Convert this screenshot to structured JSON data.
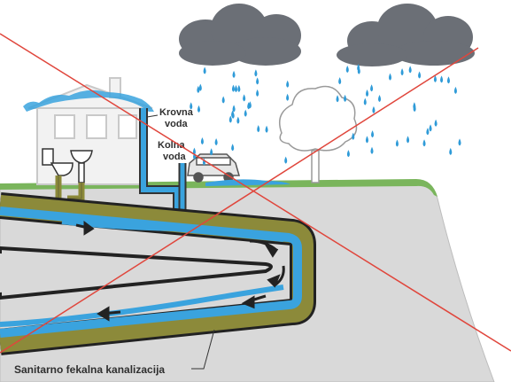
{
  "labels": {
    "roof_water": [
      "Krovna",
      "voda"
    ],
    "driveway_water": [
      "Kolna",
      "voda"
    ],
    "sewer": "Sanitarno fekalna kanalizacija"
  },
  "colors": {
    "sky_cloud": "#666a70",
    "rain": "#2f9bd8",
    "water": "#3aa3de",
    "sewage": "#8c8a3a",
    "ground": "#d8d8d8",
    "grass": "#7ab55c",
    "outline": "#222222",
    "cross": "#e0463c"
  }
}
